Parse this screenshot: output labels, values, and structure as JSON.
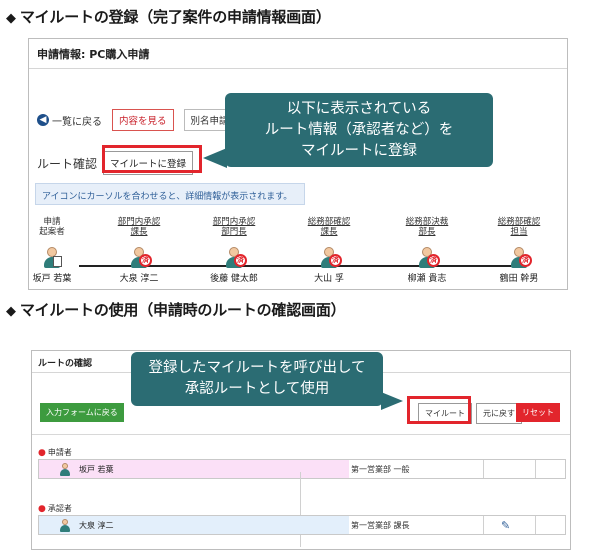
{
  "headings": {
    "marker": "◆",
    "first": "マイルートの登録（完了案件の申請情報画面）",
    "second": "マイルートの使用（申請時のルートの確認画面）"
  },
  "panel1": {
    "title": "申請情報: PC購入申請",
    "back_link": "一覧に戻る",
    "view_button": "内容を見る",
    "alias_button": "別名申請",
    "route_label": "ルート確認",
    "register_button": "マイルートに登録",
    "info_text": "アイコンにカーソルを合わせると、詳細情報が表示されます。",
    "chain": [
      {
        "title1": "申請",
        "title2": "起案者",
        "name": "坂戸 若葉",
        "stamp": false
      },
      {
        "title1": "部門内承認",
        "title2": "課長",
        "name": "大泉 淳二",
        "stamp": true
      },
      {
        "title1": "部門内承認",
        "title2": "部門長",
        "name": "後藤 健太郎",
        "stamp": true
      },
      {
        "title1": "総務部確認",
        "title2": "課長",
        "name": "大山 孚",
        "stamp": true
      },
      {
        "title1": "総務部決裁",
        "title2": "部長",
        "name": "柳瀬 貴志",
        "stamp": true
      },
      {
        "title1": "総務部確認",
        "title2": "担当",
        "name": "鶴田 幹男",
        "stamp": true
      }
    ],
    "stamp_char": "済"
  },
  "callout1": {
    "line1": "以下に表示されている",
    "line2": "ルート情報（承認者など）を",
    "line3": "マイルートに登録"
  },
  "panel2": {
    "title": "ルートの確認",
    "back_form_button": "入力フォームに戻る",
    "myroute_button": "マイルート",
    "restore_button": "元に戻す",
    "reset_button": "リセット",
    "applicant_label": "申請者",
    "applicant_name": "坂戸 若葉",
    "applicant_dept": "第一営業部 一般",
    "approver_label": "承認者",
    "approver_name": "大泉 淳二",
    "approver_dept": "第一営業部 課長"
  },
  "callout2": {
    "line1": "登録したマイルートを呼び出して",
    "line2": "承認ルートとして使用"
  },
  "colors": {
    "callout": "#2b6c73",
    "highlight": "#e2252c",
    "applicant_row": "#fbe0f7",
    "approver_row": "#e3effb",
    "green_button": "#3d9b3f"
  }
}
